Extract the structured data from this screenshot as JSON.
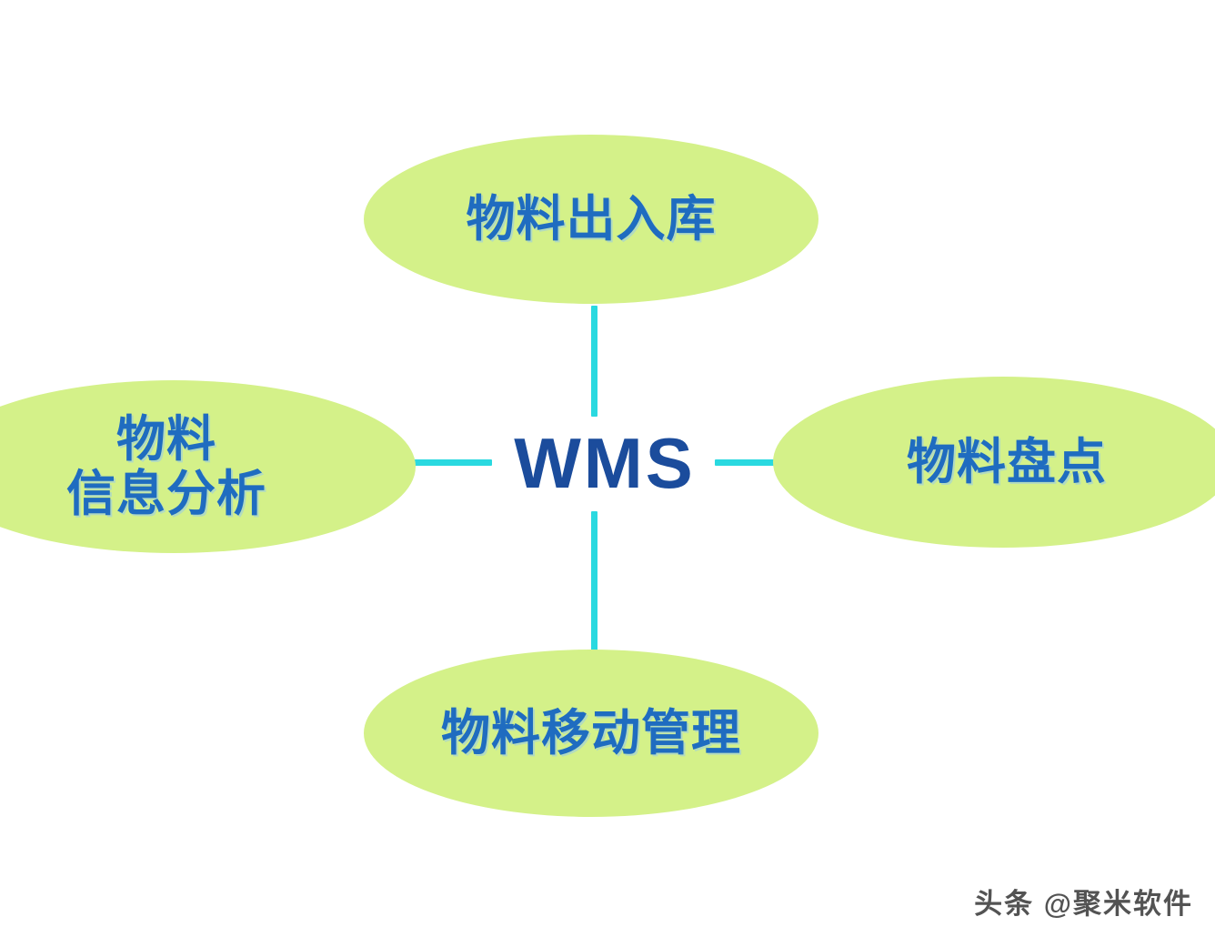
{
  "diagram": {
    "center": {
      "label": "WMS",
      "color": "#1b4c9c"
    },
    "node_fill_color": "#d4f189",
    "node_text_color": "#1f6cc0",
    "connector_color": "#2ad9e0",
    "background_color": "#ffffff",
    "nodes": [
      {
        "id": "top",
        "label": "物料出入库",
        "position": "top"
      },
      {
        "id": "right",
        "label": "物料盘点",
        "position": "right"
      },
      {
        "id": "bottom",
        "label": "物料移动管理",
        "position": "bottom"
      },
      {
        "id": "left",
        "label": "物料\n信息分析",
        "position": "left"
      }
    ]
  },
  "watermark": {
    "text": "头条 @聚米软件"
  }
}
